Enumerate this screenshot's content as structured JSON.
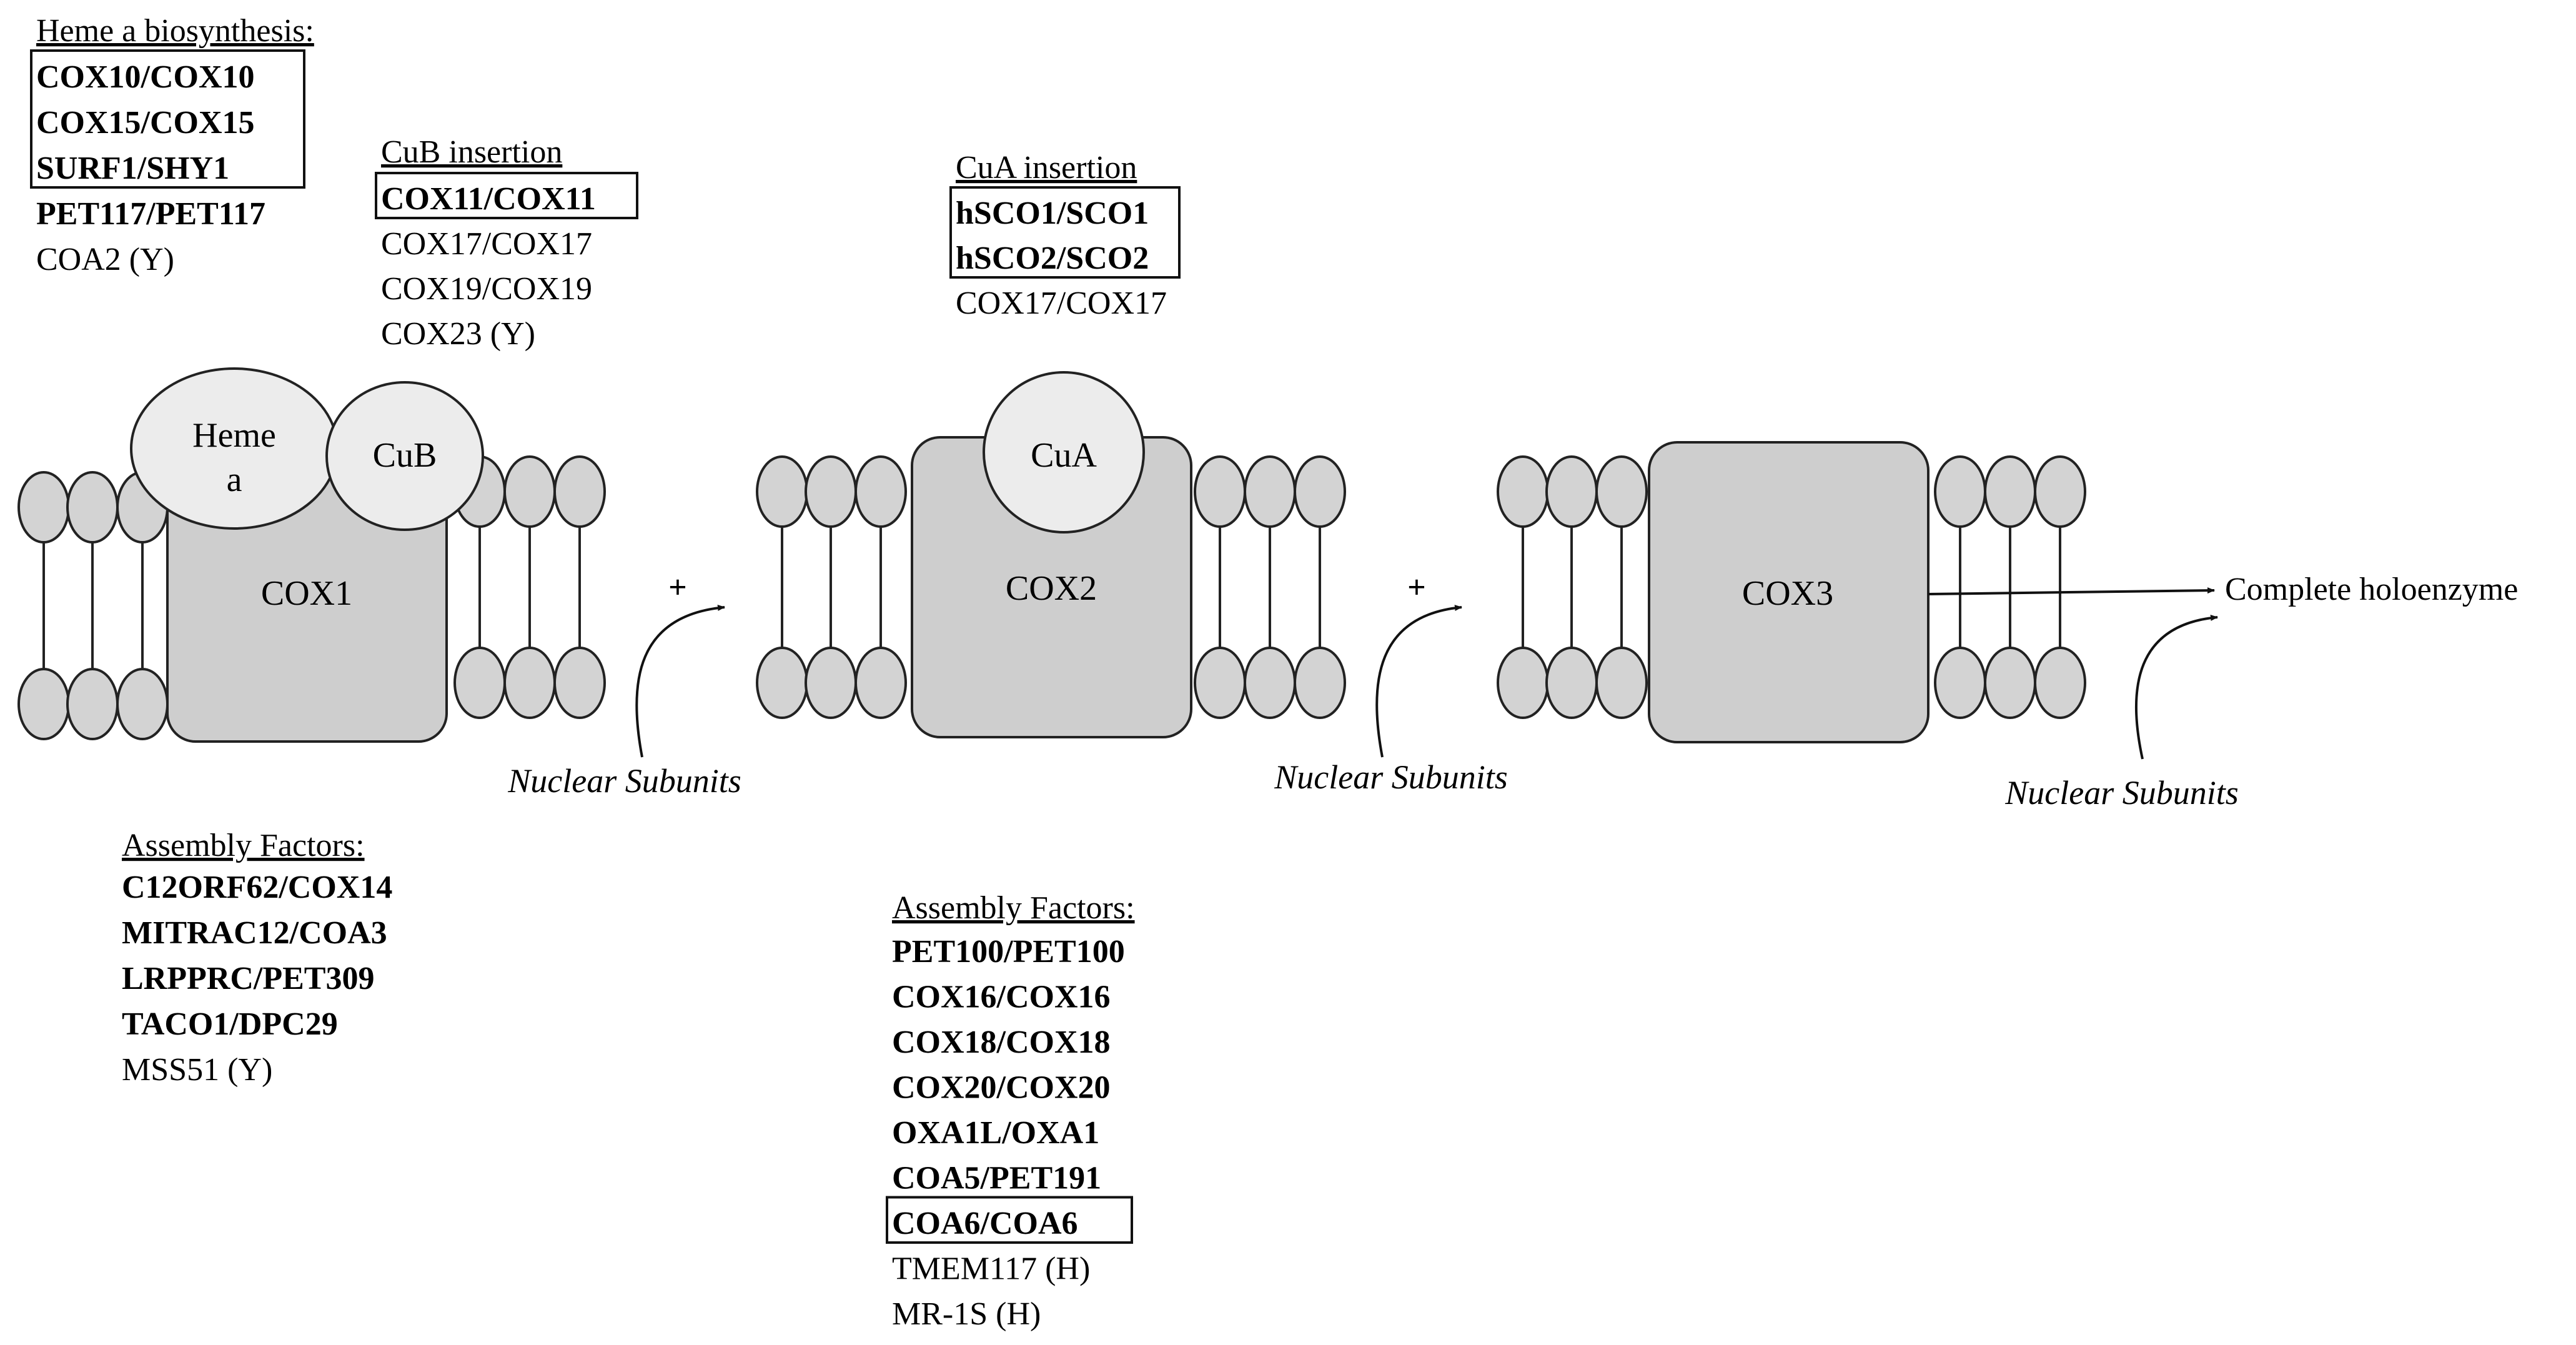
{
  "heme_block": {
    "title": "Heme a biosynthesis:",
    "items": [
      {
        "text": "COX10/COX10",
        "bold": true,
        "boxed": true
      },
      {
        "text": "COX15/COX15",
        "bold": true,
        "boxed": true
      },
      {
        "text": "SURF1/SHY1",
        "bold": true,
        "boxed": true
      },
      {
        "text": "PET117/PET117",
        "bold": true,
        "boxed": false
      },
      {
        "text": "COA2 (Y)",
        "bold": false,
        "boxed": false
      }
    ]
  },
  "cub_block": {
    "title": "CuB insertion",
    "items": [
      {
        "text": "COX11/COX11",
        "bold": true,
        "boxed": true
      },
      {
        "text": "COX17/COX17",
        "bold": false,
        "boxed": false
      },
      {
        "text": "COX19/COX19",
        "bold": false,
        "boxed": false
      },
      {
        "text": "COX23 (Y)",
        "bold": false,
        "boxed": false
      }
    ]
  },
  "cua_block": {
    "title": "CuA insertion",
    "items": [
      {
        "text": "hSCO1/SCO1",
        "bold": true,
        "boxed": true
      },
      {
        "text": "hSCO2/SCO2",
        "bold": true,
        "boxed": true
      },
      {
        "text": "COX17/COX17",
        "bold": false,
        "boxed": false
      }
    ]
  },
  "assembly_cox1": {
    "title": "Assembly Factors:",
    "items": [
      {
        "text": "C12ORF62/COX14",
        "bold": true,
        "boxed": false
      },
      {
        "text": "MITRAC12/COA3",
        "bold": true,
        "boxed": false
      },
      {
        "text": "LRPPRC/PET309",
        "bold": true,
        "boxed": false
      },
      {
        "text": "TACO1/DPC29",
        "bold": true,
        "boxed": false
      },
      {
        "text": "MSS51 (Y)",
        "bold": false,
        "boxed": false
      }
    ]
  },
  "assembly_cox2": {
    "title": "Assembly Factors:",
    "items": [
      {
        "text": "PET100/PET100",
        "bold": true,
        "boxed": false
      },
      {
        "text": "COX16/COX16",
        "bold": true,
        "boxed": false
      },
      {
        "text": "COX18/COX18",
        "bold": true,
        "boxed": false
      },
      {
        "text": "COX20/COX20",
        "bold": true,
        "boxed": false
      },
      {
        "text": "OXA1L/OXA1",
        "bold": true,
        "boxed": false
      },
      {
        "text": "COA5/PET191",
        "bold": true,
        "boxed": false
      },
      {
        "text": "COA6/COA6",
        "bold": true,
        "boxed": true
      },
      {
        "text": "TMEM117 (H)",
        "bold": false,
        "boxed": false
      },
      {
        "text": "MR-1S (H)",
        "bold": false,
        "boxed": false
      }
    ]
  },
  "subunits": {
    "cox1": "COX1",
    "cox2": "COX2",
    "cox3": "COX3"
  },
  "cofactors": {
    "heme_line1": "Heme",
    "heme_line2": "a",
    "cub": "CuB",
    "cua": "CuA"
  },
  "plus": "+",
  "nuclear_subunits": "Nuclear Subunits",
  "complete": "Complete holoenzyme",
  "colors": {
    "protein": "#cecece",
    "lipid": "#d3d3d3",
    "cofactor": "#ececec",
    "stroke": "#222222"
  }
}
